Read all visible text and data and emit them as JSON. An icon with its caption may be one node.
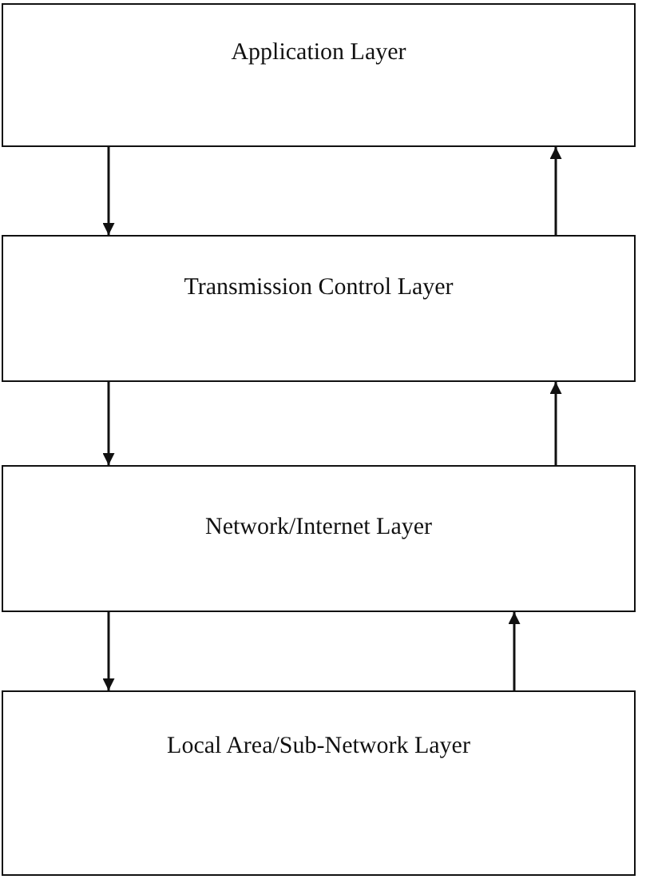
{
  "diagram": {
    "nodes": [
      {
        "text": [
          "Application Layer"
        ]
      },
      {
        "text": [
          "Transmission Control Layer"
        ]
      },
      {
        "text": [
          "Network/Internet Layer"
        ]
      },
      {
        "text": [
          "Local Area/Sub-Network Layer"
        ]
      }
    ],
    "edges": [
      {
        "from": 0,
        "to": 1,
        "arrow": "to"
      },
      {
        "from": 1,
        "to": 0,
        "arrow": "to"
      },
      {
        "from": 1,
        "to": 2,
        "arrow": "to"
      },
      {
        "from": 2,
        "to": 1,
        "arrow": "to"
      },
      {
        "from": 2,
        "to": 3,
        "arrow": "to"
      },
      {
        "from": 3,
        "to": 2,
        "arrow": "to"
      }
    ]
  }
}
